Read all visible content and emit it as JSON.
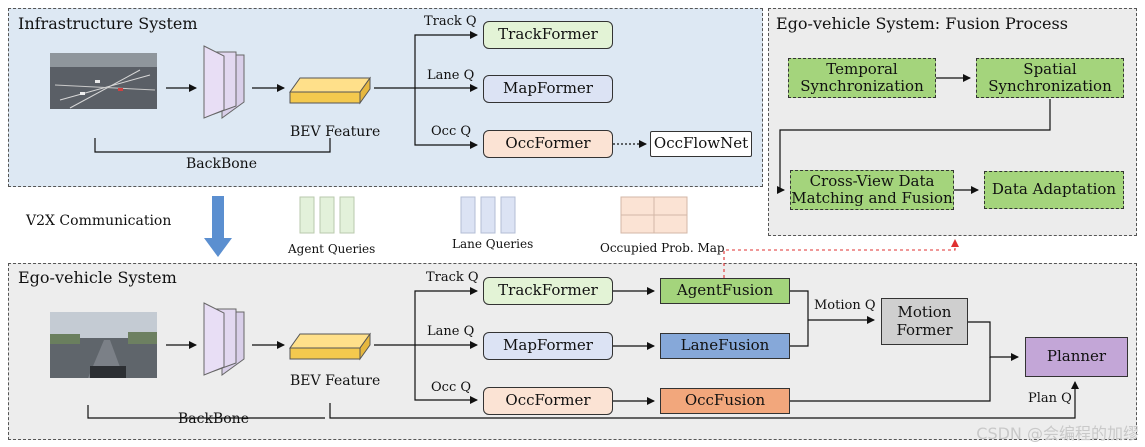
{
  "infra": {
    "title": "Infrastructure System",
    "backbone": "BackBone",
    "bev": "BEV Feature",
    "track_q": "Track Q",
    "lane_q": "Lane Q",
    "occ_q": "Occ Q",
    "trackformer": "TrackFormer",
    "mapformer": "MapFormer",
    "occformer": "OccFormer",
    "occflownet": "OccFlowNet"
  },
  "fusion": {
    "title": "Ego-vehicle System: Fusion Process",
    "temporal": "Temporal Synchronization",
    "spatial": "Spatial Synchronization",
    "crossview": "Cross-View Data Matching and Fusion",
    "adaptation": "Data Adaptation"
  },
  "middle": {
    "v2x": "V2X Communication",
    "agent_queries": "Agent Queries",
    "lane_queries": "Lane Queries",
    "occupied_map": "Occupied Prob. Map"
  },
  "ego": {
    "title": "Ego-vehicle System",
    "backbone": "BackBone",
    "bev": "BEV Feature",
    "track_q": "Track Q",
    "lane_q": "Lane Q",
    "occ_q": "Occ Q",
    "trackformer": "TrackFormer",
    "mapformer": "MapFormer",
    "occformer": "OccFormer",
    "agentfusion": "AgentFusion",
    "lanefusion": "LaneFusion",
    "occfusion": "OccFusion",
    "motion_q": "Motion Q",
    "motionformer": "Motion Former",
    "planner": "Planner",
    "plan_q": "Plan Q"
  },
  "watermark": "CSDN @会编程的加缪",
  "colors": {
    "infra_bg": "#dde8f3",
    "ego_bg": "#ededed",
    "fusion_green": "#a4d47c",
    "lane_blue": "#86a8d9",
    "occ_orange": "#f2a77c",
    "planner_purple": "#c3a6d7",
    "arrow_blue": "#5b8fd0",
    "dash_red": "#e03030"
  }
}
